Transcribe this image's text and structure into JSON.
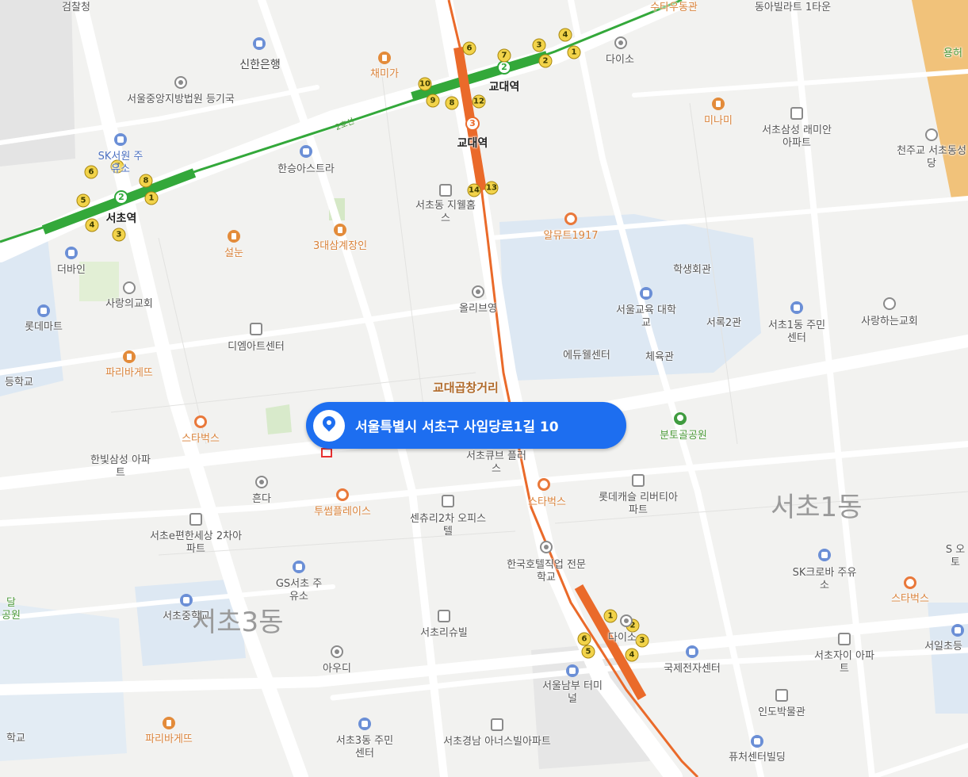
{
  "map": {
    "selected_address": "서울특별시 서초구 사임당로1길 10",
    "district_labels": [
      "서초1동",
      "서초3동"
    ],
    "road_labels": [
      "교대곱창거리"
    ],
    "subway_line_labels": [
      "2호선"
    ],
    "stations": [
      {
        "name": "교대역",
        "line_badge": "2"
      },
      {
        "name": "교대역",
        "line_badge": "3"
      },
      {
        "name": "서초역",
        "line_badge": "2"
      }
    ],
    "place_labels": [
      "검찰청",
      "신한은행",
      "채미가",
      "수타우동관",
      "동아빌라트 1타운",
      "다이소",
      "서울중앙지방법원 등기국",
      "미나미",
      "서초삼성 래미안아파트",
      "천주교 서초동성당",
      "SK서원 주유소",
      "한승아스트라",
      "서초동 지웰홈스",
      "알뮤트1917",
      "설눈",
      "3대삼계장인",
      "더바인",
      "학생회관",
      "사랑의교회",
      "올리브영",
      "서울교육 대학교",
      "서록2관",
      "서초1동 주민센터",
      "사랑하는교회",
      "롯데마트",
      "디엠아트센터",
      "에듀웰센터",
      "체육관",
      "파리바게뜨",
      "분토골공원",
      "스타벅스",
      "한빛삼성 아파트",
      "서초큐브 플러스",
      "흔다",
      "투썸플레이스",
      "센츄리2차 오피스텔",
      "스타벅스",
      "롯데캐슬 리버티아파트",
      "서초e편한세상 2차아파트",
      "한국호텔직업 전문학교",
      "GS서초 주유소",
      "SK크로바 주유소",
      "스타벅스",
      "서초중학교",
      "서초리슈빌",
      "다이소",
      "국제전자센터",
      "서초자이 아파트",
      "서일초등",
      "아우디",
      "서울남부 터미널",
      "인도박물관",
      "파리바게뜨",
      "서초3동 주민센터",
      "서초경남 아너스빌아파트",
      "퓨처센터빌딩",
      "등학교",
      "달 공원",
      "용허",
      "S 오토",
      "학교"
    ]
  }
}
